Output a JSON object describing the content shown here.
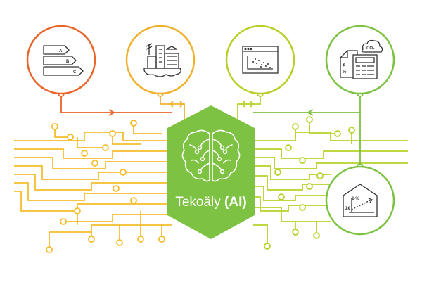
{
  "center": {
    "label_main": "Tekoäly",
    "label_bold": "(AI)",
    "color": "#7dc243"
  },
  "energy_labels": {
    "a": "A",
    "b": "B",
    "c": "C"
  },
  "co2_label": "CO₂",
  "chart_symbols": {
    "euro_pct": "€-%",
    "sum_euro": "Σ€"
  },
  "colors": {
    "orange": "#e8652b",
    "yellow_orange": "#f2b02a",
    "yellow": "#f7c42b",
    "lime": "#b9cf28",
    "green": "#7dc243",
    "icon_stroke": "#333333"
  },
  "icons": [
    "energy-rating-icon",
    "smart-city-icon",
    "data-scatter-window-icon",
    "emissions-calculator-icon",
    "building-chart-icon",
    "brain-icon"
  ]
}
